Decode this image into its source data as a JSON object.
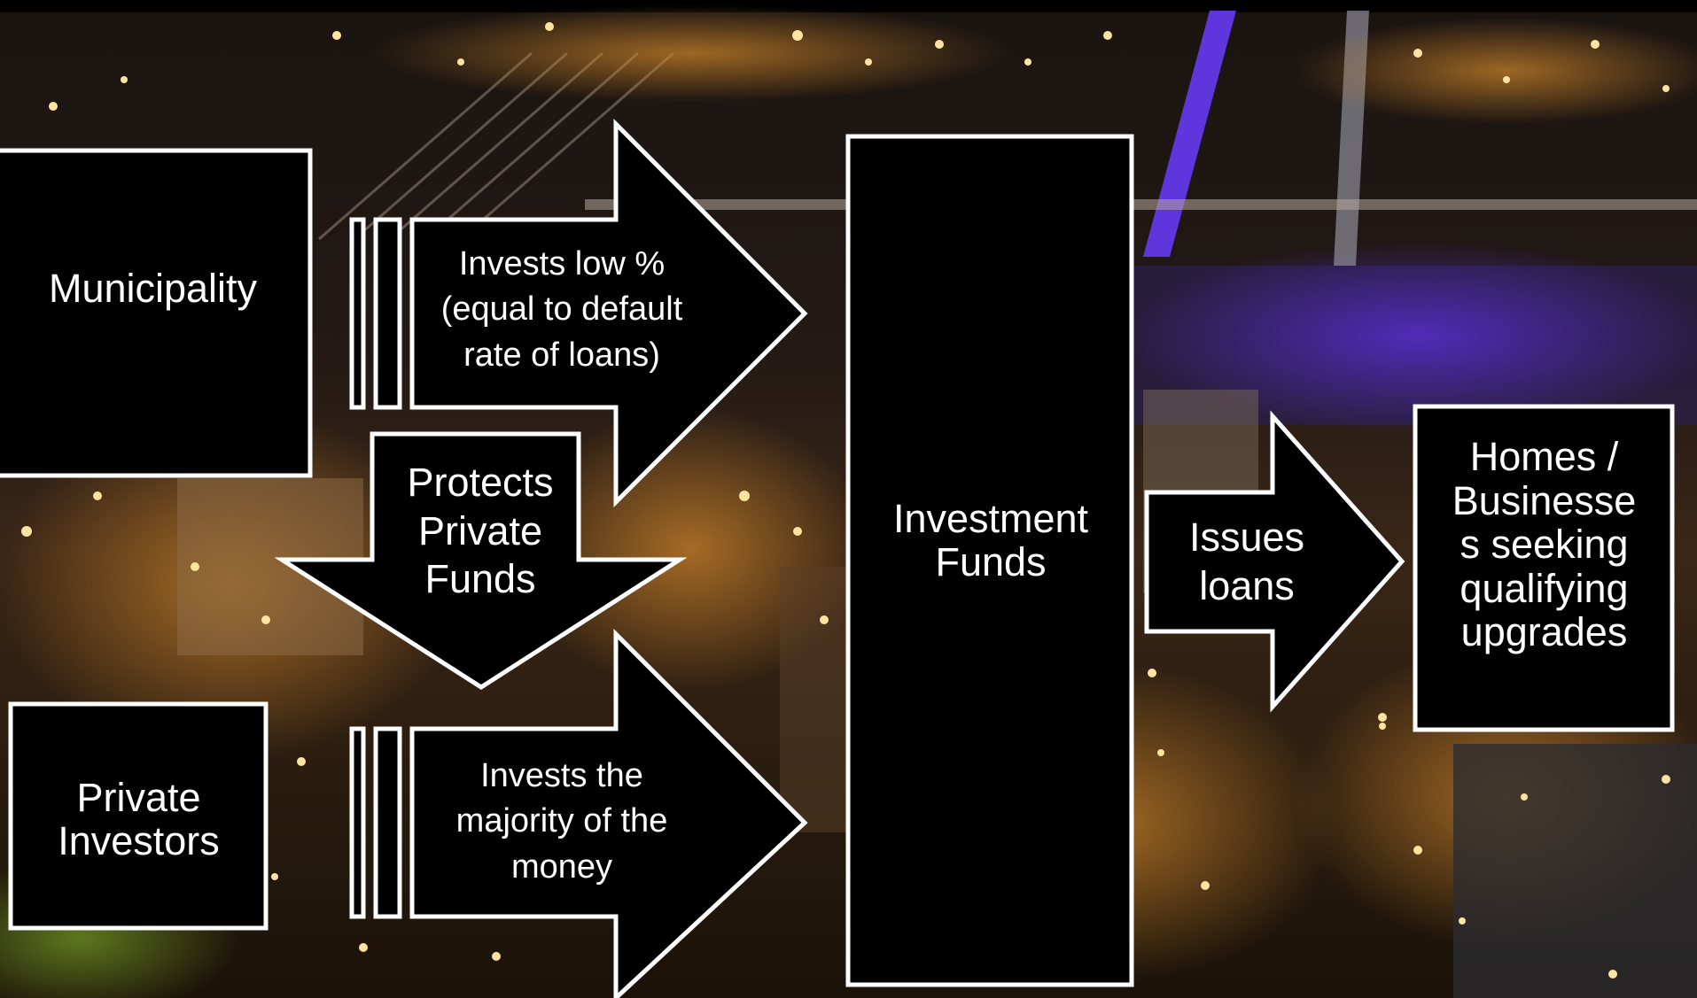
{
  "colors": {
    "box_fill": "#000000",
    "stroke": "#ffffff",
    "text": "#ffffff",
    "background_accent": "#7a3cff",
    "city_lights": "#ffb347"
  },
  "nodes": {
    "municipality": "Municipality",
    "private_investors": "Private\nInvestors",
    "investment_funds": "Investment\nFunds",
    "homes_businesses": "Homes /\nBusinesse\ns seeking\nqualifying\nupgrades"
  },
  "arrows": {
    "municipality_invests": "Invests low %\n(equal to default\nrate of loans)",
    "protects_private": "Protects\nPrivate\nFunds",
    "private_invests": "Invests the\nmajority of the\nmoney",
    "issues_loans": "Issues\nloans"
  }
}
